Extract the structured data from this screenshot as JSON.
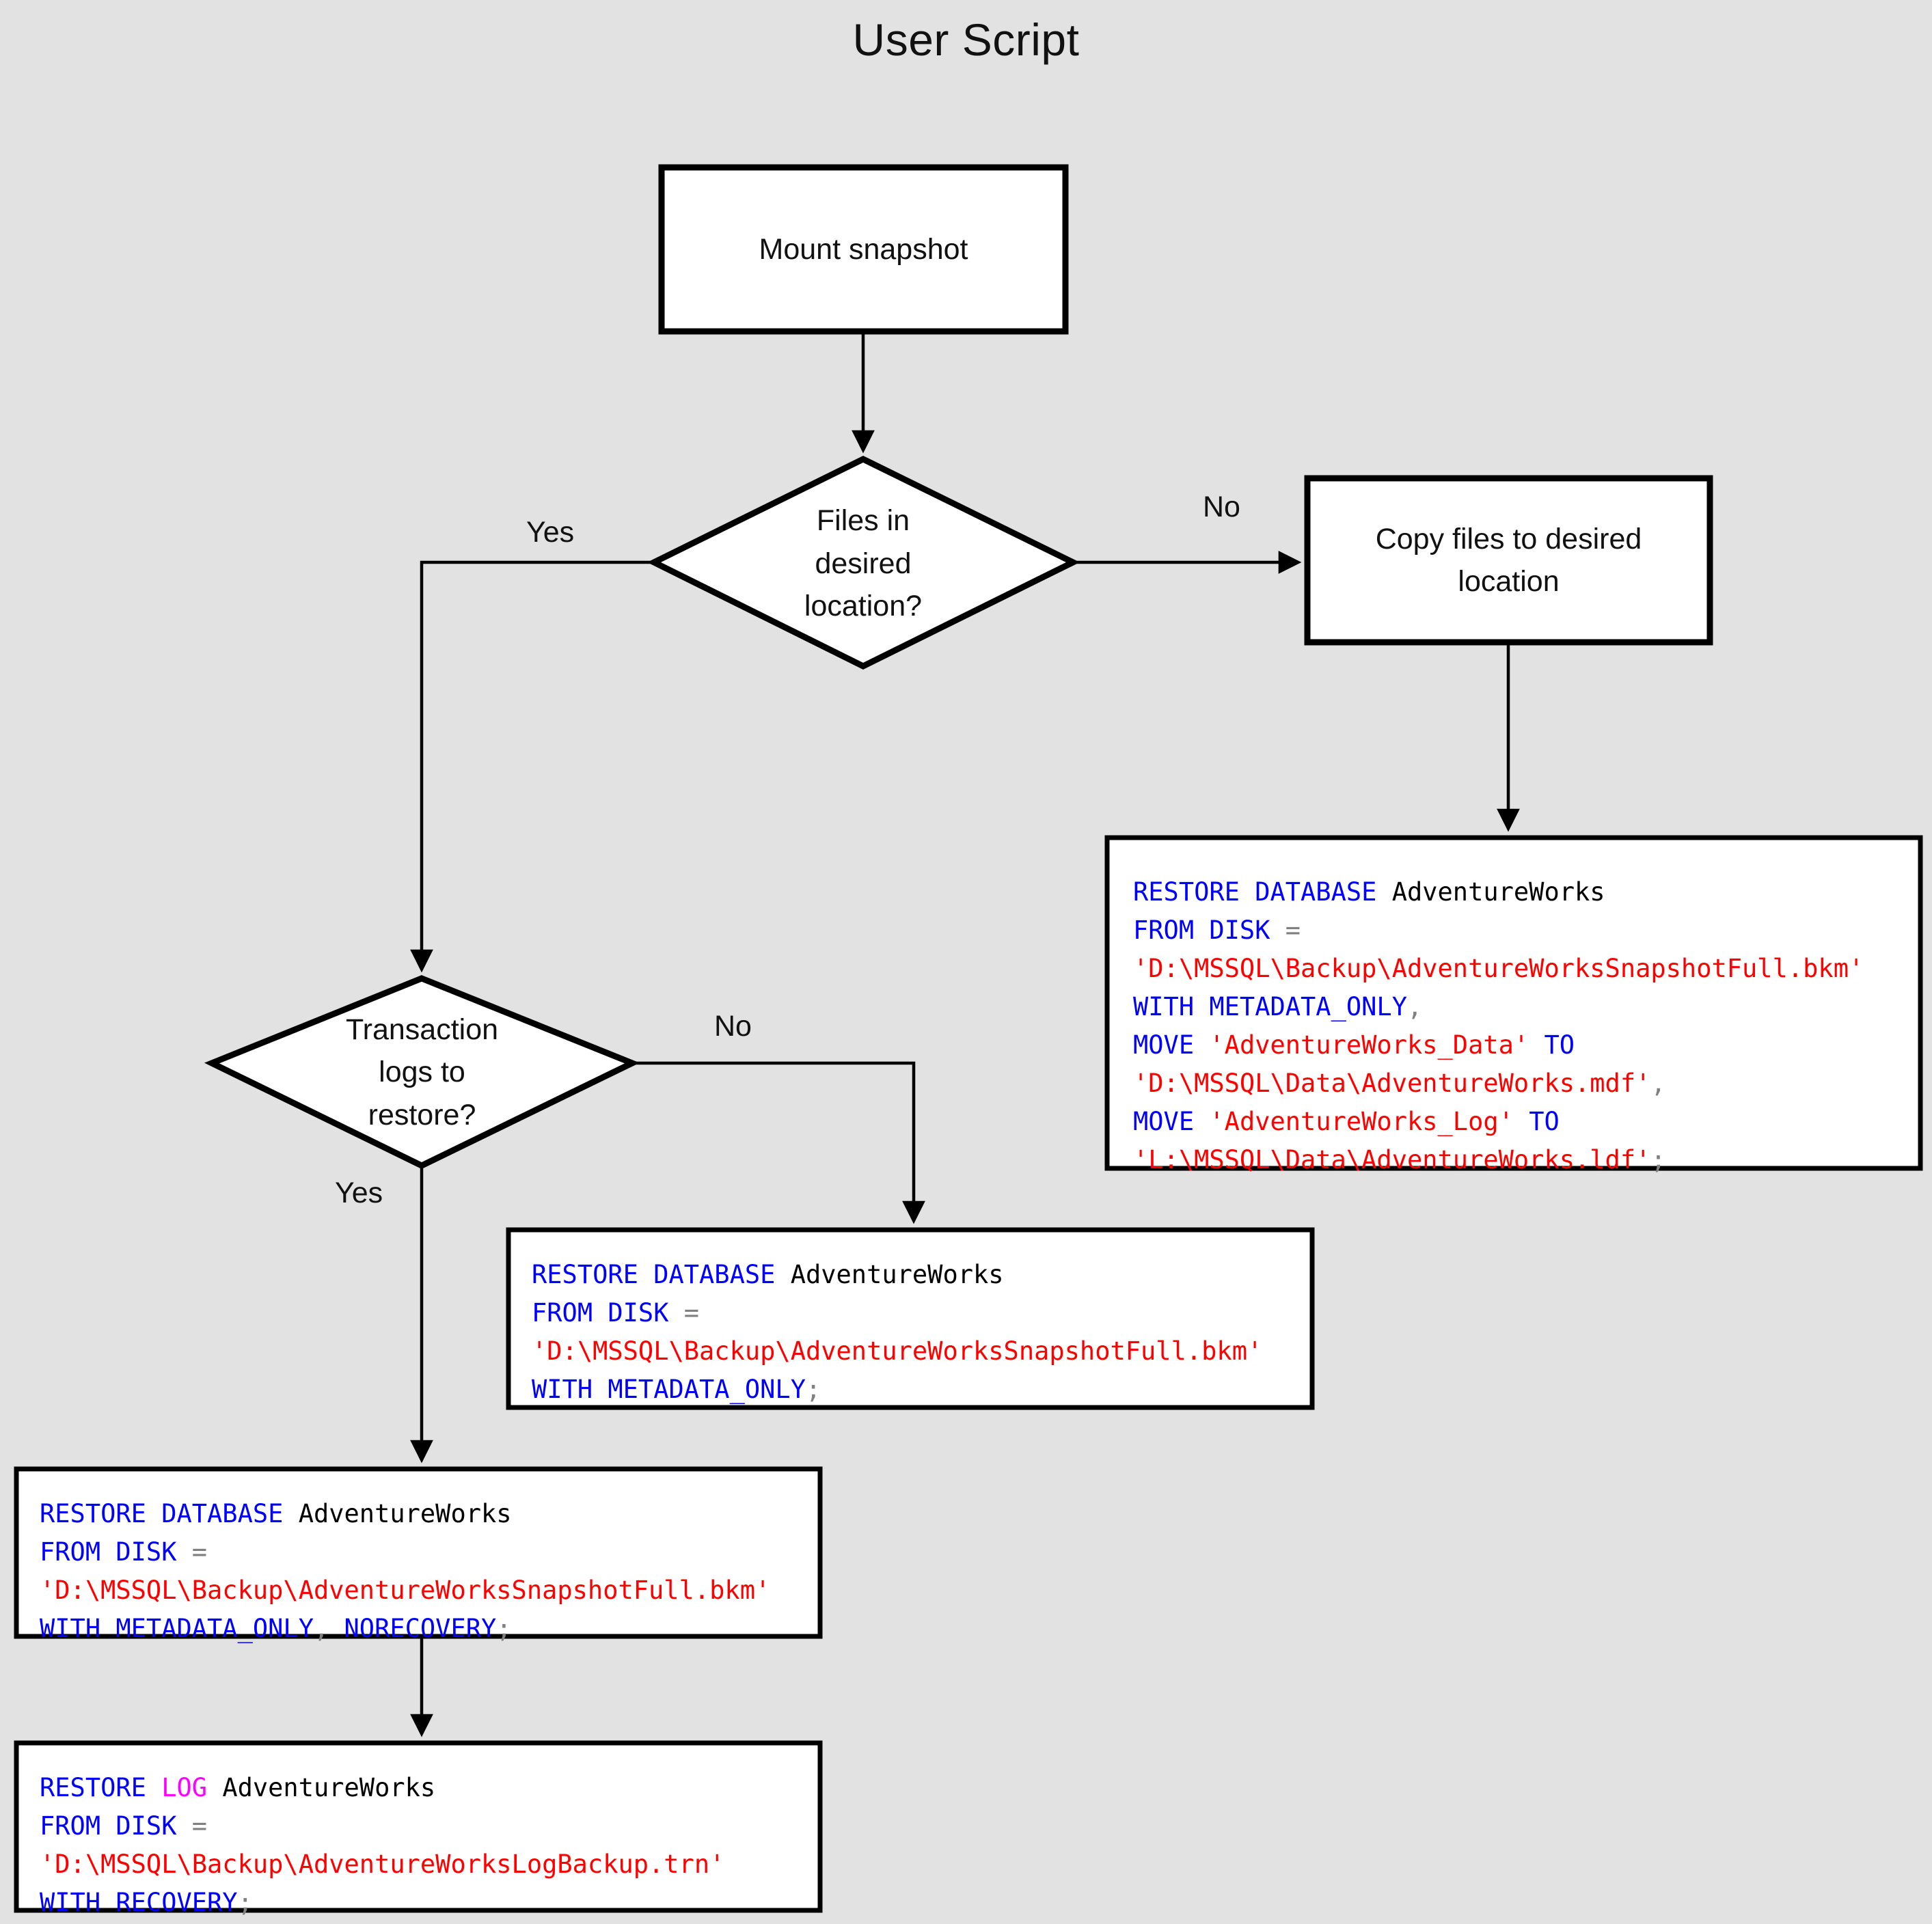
{
  "page": {
    "title": "User Script",
    "background_color": "#e2e2e2"
  },
  "colors": {
    "keyword": "#0000ff",
    "keyword_log": "#ff00ff",
    "string": "#ff0000",
    "identifier": "#000000",
    "punctuation": "#808080",
    "shape_fill": "#ffffff",
    "shape_stroke": "#000000"
  },
  "nodes": {
    "mount_snapshot": {
      "label": "Mount snapshot",
      "shape": "process"
    },
    "files_in_desired_location": {
      "label": "Files in\ndesired\nlocation?",
      "shape": "decision"
    },
    "copy_files": {
      "label": "Copy files to desired\nlocation",
      "shape": "process"
    },
    "transaction_logs": {
      "label": "Transaction\nlogs to\nrestore?",
      "shape": "decision"
    }
  },
  "edge_labels": {
    "files_yes": "Yes",
    "files_no": "No",
    "logs_no": "No",
    "logs_yes": "Yes"
  },
  "code_blocks": {
    "restore_with_move": {
      "name": "restore-database-with-move",
      "lines": [
        [
          {
            "t": "RESTORE DATABASE ",
            "c": "k"
          },
          {
            "t": "AdventureWorks",
            "c": "id"
          }
        ],
        [
          {
            "t": "FROM DISK ",
            "c": "k"
          },
          {
            "t": "=",
            "c": "p"
          }
        ],
        [
          {
            "t": "'D:\\MSSQL\\Backup\\AdventureWorksSnapshotFull.bkm'",
            "c": "s"
          }
        ],
        [
          {
            "t": "WITH METADATA_ONLY",
            "c": "k"
          },
          {
            "t": ",",
            "c": "p"
          }
        ],
        [
          {
            "t": "MOVE ",
            "c": "k"
          },
          {
            "t": "'AdventureWorks_Data'",
            "c": "s"
          },
          {
            "t": " TO",
            "c": "k"
          }
        ],
        [
          {
            "t": "'D:\\MSSQL\\Data\\AdventureWorks.mdf'",
            "c": "s"
          },
          {
            "t": ",",
            "c": "p"
          }
        ],
        [
          {
            "t": "MOVE ",
            "c": "k"
          },
          {
            "t": "'AdventureWorks_Log'",
            "c": "s"
          },
          {
            "t": " TO",
            "c": "k"
          }
        ],
        [
          {
            "t": "'L:\\MSSQL\\Data\\AdventureWorks.ldf'",
            "c": "s"
          },
          {
            "t": ";",
            "c": "p"
          }
        ]
      ]
    },
    "restore_metadata_only": {
      "name": "restore-database-metadata-only",
      "lines": [
        [
          {
            "t": "RESTORE DATABASE ",
            "c": "k"
          },
          {
            "t": "AdventureWorks",
            "c": "id"
          }
        ],
        [
          {
            "t": "FROM DISK ",
            "c": "k"
          },
          {
            "t": "=",
            "c": "p"
          }
        ],
        [
          {
            "t": "'D:\\MSSQL\\Backup\\AdventureWorksSnapshotFull.bkm'",
            "c": "s"
          }
        ],
        [
          {
            "t": "WITH METADATA_ONLY",
            "c": "k"
          },
          {
            "t": ";",
            "c": "p"
          }
        ]
      ]
    },
    "restore_norecovery": {
      "name": "restore-database-norecovery",
      "lines": [
        [
          {
            "t": "RESTORE DATABASE ",
            "c": "k"
          },
          {
            "t": "AdventureWorks",
            "c": "id"
          }
        ],
        [
          {
            "t": "FROM DISK ",
            "c": "k"
          },
          {
            "t": "=",
            "c": "p"
          }
        ],
        [
          {
            "t": "'D:\\MSSQL\\Backup\\AdventureWorksSnapshotFull.bkm'",
            "c": "s"
          }
        ],
        [
          {
            "t": "WITH METADATA_ONLY",
            "c": "k"
          },
          {
            "t": ",",
            "c": "p"
          },
          {
            "t": " NORECOVERY",
            "c": "k"
          },
          {
            "t": ";",
            "c": "p"
          }
        ]
      ]
    },
    "restore_log": {
      "name": "restore-log-recovery",
      "lines": [
        [
          {
            "t": "RESTORE ",
            "c": "k"
          },
          {
            "t": "LOG",
            "c": "kl"
          },
          {
            "t": " ",
            "c": "k"
          },
          {
            "t": "AdventureWorks",
            "c": "id"
          }
        ],
        [
          {
            "t": "FROM DISK ",
            "c": "k"
          },
          {
            "t": "=",
            "c": "p"
          }
        ],
        [
          {
            "t": "'D:\\MSSQL\\Backup\\AdventureWorksLogBackup.trn'",
            "c": "s"
          }
        ],
        [
          {
            "t": "WITH RECOVERY",
            "c": "k"
          },
          {
            "t": ";",
            "c": "p"
          }
        ]
      ]
    }
  }
}
